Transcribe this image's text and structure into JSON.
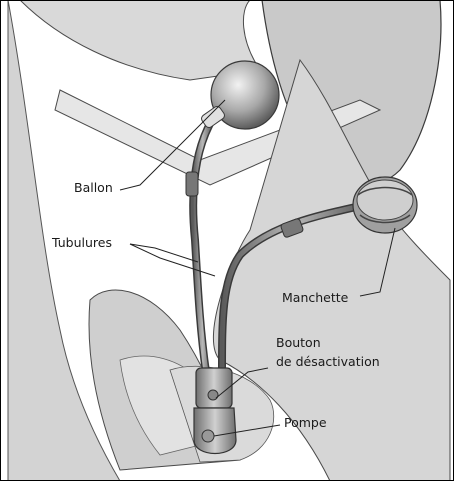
{
  "labels": {
    "balloon": "Ballon",
    "tubing": "Tubulures",
    "cuff": "Manchette",
    "deactivation_line1": "Bouton",
    "deactivation_line2": "de désactivation",
    "pump": "Pompe"
  },
  "colors": {
    "background": "#ffffff",
    "tissue": "#dcdcdc",
    "tissue_dark": "#bdbdbd",
    "outline": "#3a3a3a",
    "tube": "#8a8a8a",
    "device": "#9c9c9c"
  }
}
